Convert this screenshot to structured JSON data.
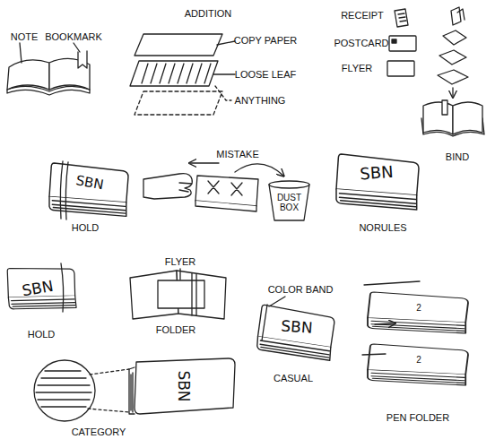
{
  "diagram": {
    "labels": [
      "NOTE",
      "BOOKMARK",
      "ADDITION",
      "COPY PAPER",
      "LOOSE LEAF",
      "ANYTHING",
      "RECEIPT",
      "POSTCARD",
      "FLYER",
      "BIND",
      "MISTAKE",
      "SBN",
      "DUST BOX",
      "SBN",
      "HOLD",
      "NORULES",
      "SBN",
      "FLYER",
      "COLOR BAND",
      "SBN",
      "HOLD",
      "FOLDER",
      "CASUAL",
      "SBN",
      "CATEGORY",
      "PEN FOLDER",
      "2",
      "2"
    ]
  }
}
